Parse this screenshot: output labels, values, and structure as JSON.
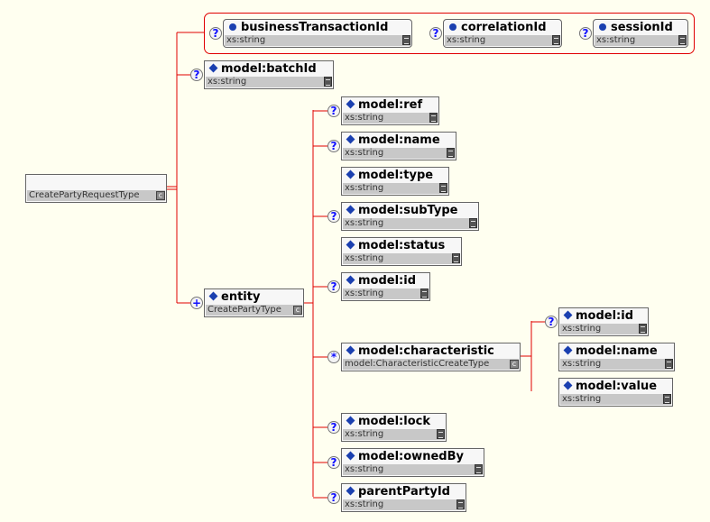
{
  "root": {
    "name": "",
    "type": "CreatePartyRequestType"
  },
  "attributes": [
    {
      "id": "bt",
      "name": "businessTransactionId",
      "type": "xs:string",
      "occurrence": "optional"
    },
    {
      "id": "corr",
      "name": "correlationId",
      "type": "xs:string",
      "occurrence": "optional"
    },
    {
      "id": "sess",
      "name": "sessionId",
      "type": "xs:string",
      "occurrence": "optional"
    }
  ],
  "elements": [
    {
      "id": "batch",
      "name": "model:batchId",
      "type": "xs:string",
      "occurrence": "optional"
    },
    {
      "id": "entity",
      "name": "entity",
      "type": "CreatePartyType",
      "occurrence": "one-or-more",
      "complex": true
    },
    {
      "id": "ref",
      "name": "model:ref",
      "type": "xs:string",
      "occurrence": "optional"
    },
    {
      "id": "name",
      "name": "model:name",
      "type": "xs:string",
      "occurrence": "optional"
    },
    {
      "id": "type",
      "name": "model:type",
      "type": "xs:string",
      "occurrence": "required"
    },
    {
      "id": "subType",
      "name": "model:subType",
      "type": "xs:string",
      "occurrence": "optional"
    },
    {
      "id": "status",
      "name": "model:status",
      "type": "xs:string",
      "occurrence": "required"
    },
    {
      "id": "id",
      "name": "model:id",
      "type": "xs:string",
      "occurrence": "optional"
    },
    {
      "id": "char",
      "name": "model:characteristic",
      "type": "model:CharacteristicCreateType",
      "occurrence": "zero-or-more",
      "complex": true
    },
    {
      "id": "lock",
      "name": "model:lock",
      "type": "xs:string",
      "occurrence": "optional"
    },
    {
      "id": "owned",
      "name": "model:ownedBy",
      "type": "xs:string",
      "occurrence": "optional"
    },
    {
      "id": "parent",
      "name": "parentPartyId",
      "type": "xs:string",
      "occurrence": "optional"
    },
    {
      "id": "cid",
      "name": "model:id",
      "type": "xs:string",
      "occurrence": "optional"
    },
    {
      "id": "cname",
      "name": "model:name",
      "type": "xs:string",
      "occurrence": "required"
    },
    {
      "id": "cvalue",
      "name": "model:value",
      "type": "xs:string",
      "occurrence": "required"
    }
  ],
  "colors": {
    "connector": "#e00000",
    "background": "#fffff0",
    "marker": "#1a3fb0"
  }
}
